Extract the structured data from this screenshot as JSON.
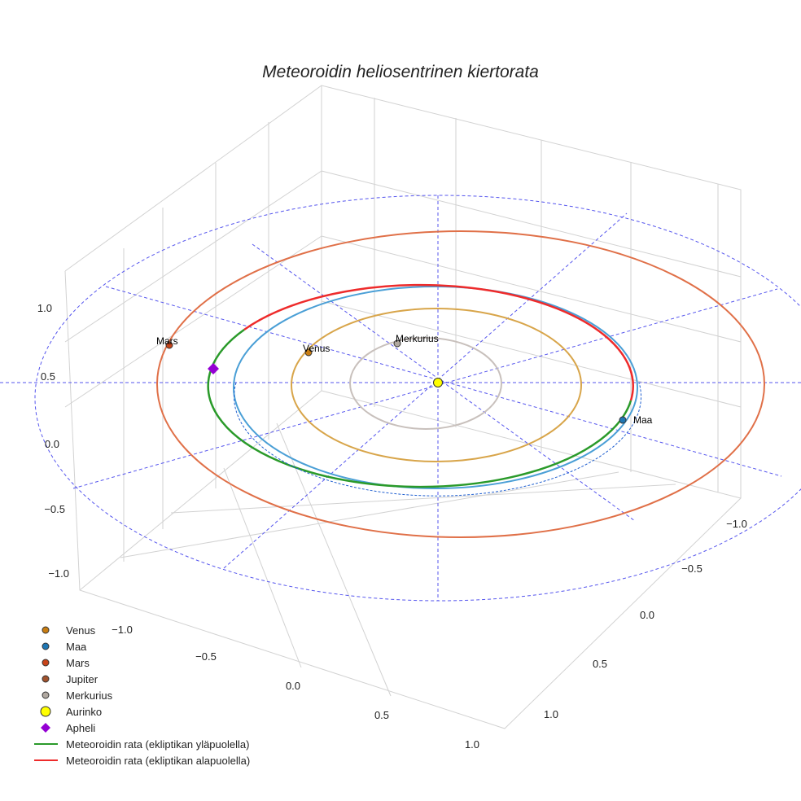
{
  "chart_data": {
    "type": "3d-line",
    "title": "Meteoroidin heliosentrinen kiertorata",
    "x_ticks": [
      "−1.0",
      "−0.5",
      "0.0",
      "0.5",
      "1.0"
    ],
    "y_ticks": [
      "−1.0",
      "−0.5",
      "0.0",
      "0.5",
      "1.0"
    ],
    "z_ticks": [
      "1.0",
      "0.5",
      "0.0",
      "−0.5",
      "−1.0"
    ],
    "xlim": [
      -1.2,
      1.2
    ],
    "ylim": [
      -1.2,
      1.2
    ],
    "zlim": [
      -1.2,
      1.2
    ],
    "grid": true,
    "legend_position": "bottom-left",
    "point_labels": {
      "mars": "Mars",
      "venus": "Venus",
      "merkurius": "Merkurius",
      "maa": "Maa"
    },
    "legend": [
      {
        "label": "Venus",
        "color": "#c87d12",
        "marker": "circle"
      },
      {
        "label": "Maa",
        "color": "#1f77b4",
        "marker": "circle"
      },
      {
        "label": "Mars",
        "color": "#c8441a",
        "marker": "circle"
      },
      {
        "label": "Jupiter",
        "color": "#a0522d",
        "marker": "circle"
      },
      {
        "label": "Merkurius",
        "color": "#b0a8a0",
        "marker": "circle"
      },
      {
        "label": "Aurinko",
        "color": "#ffff00",
        "marker": "circle"
      },
      {
        "label": "Apheli",
        "color": "#9400d3",
        "marker": "diamond"
      },
      {
        "label": "Meteoroidin rata (ekliptikan yläpuolella)",
        "color": "#2a9a2a",
        "marker": "line"
      },
      {
        "label": "Meteoroidin rata (ekliptikan alapuolella)",
        "color": "#ee2b2b",
        "marker": "line"
      }
    ],
    "orbit_colors": {
      "mars": "#e07048",
      "maa": "#4a9fd6",
      "venus": "#d8a54a",
      "merkurius": "#c8c0bc",
      "ecliptic": "#5555ee"
    }
  }
}
